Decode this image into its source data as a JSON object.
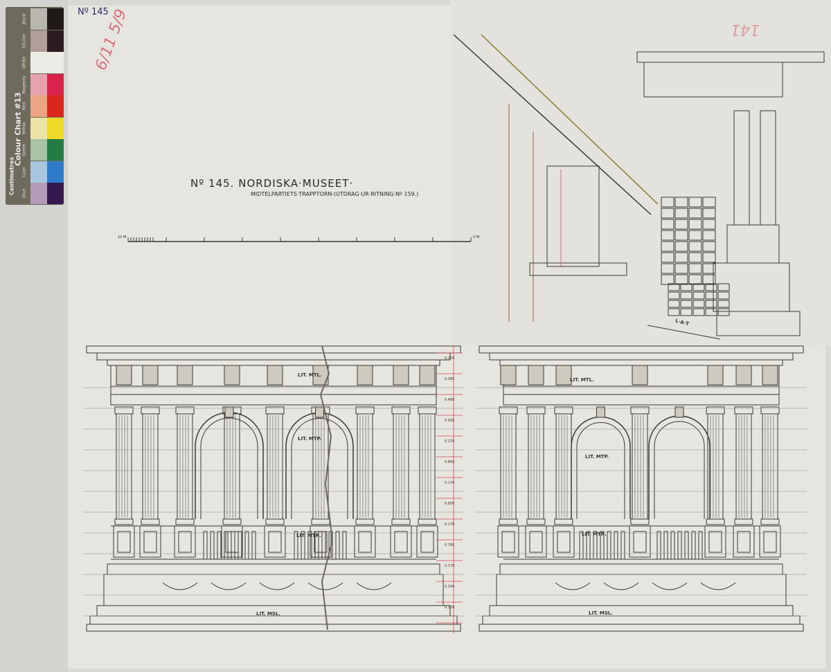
{
  "colour_chart": {
    "title": "Colour Chart #13",
    "unit": "Centimetres",
    "swatches": [
      {
        "label": "Black",
        "light": "#b8b6ae",
        "dark": "#1f1a18"
      },
      {
        "label": "3/Color",
        "light": "#b29e98",
        "dark": "#2a1c20"
      },
      {
        "label": "White",
        "light": "#ecebe6",
        "dark": "#ecebe6"
      },
      {
        "label": "Magenta",
        "light": "#e6a3ad",
        "dark": "#d7244a"
      },
      {
        "label": "Red",
        "light": "#eba585",
        "dark": "#d9271e"
      },
      {
        "label": "Yellow",
        "light": "#ebe3a8",
        "dark": "#ecd92a"
      },
      {
        "label": "Green",
        "light": "#a9c4a4",
        "dark": "#237a43"
      },
      {
        "label": "Cyan",
        "light": "#a9c6de",
        "dark": "#2f7bc8"
      },
      {
        "label": "Blue",
        "light": "#b39ab7",
        "dark": "#34184e"
      }
    ]
  },
  "sheet_number": "Nº 145",
  "red_annotation_left": "6/11 5/9",
  "red_annotation_right": "141",
  "title": "Nº 145. NORDISKA·MUSEET·",
  "subtitle": "MIDTELPARTIETS·TRAPPTORN·(UTDRAG·UR·RITNING·Nº 159.)",
  "scale_bar": {
    "start": "10 M",
    "end": "5 M"
  },
  "labels": {
    "lit_mtl": "LIT. MTL.",
    "lit_mtp": "LIT. MTP.",
    "lit_msl": "LIT. MSL.",
    "lit_mtr": "LIT. MTR.",
    "lat": "L·A·T"
  },
  "dimensions": [
    "0.170",
    "0.385",
    "0.460",
    "0.935",
    "0.170",
    "0.850",
    "0.170",
    "0.800",
    "0.170",
    "0.765",
    "0.170",
    "0.300",
    "0.170"
  ]
}
